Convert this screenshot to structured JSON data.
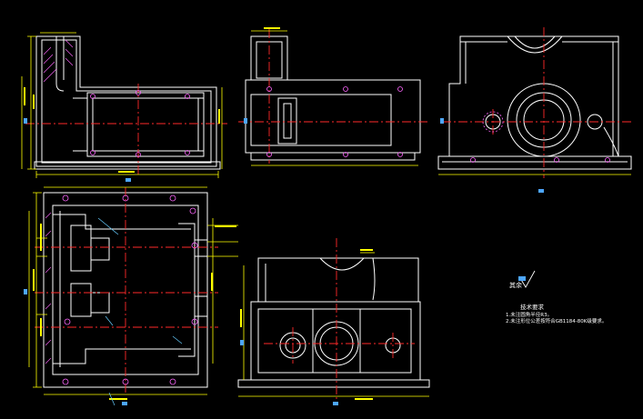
{
  "drawing": {
    "background_color": "#000000",
    "colors": {
      "outline": "#ffffff",
      "center_line": "#ff2a2a",
      "dimension": "#ffff00",
      "hatch": "#ff66ff",
      "marker": "#4da6ff",
      "leader": "#66ccff"
    }
  },
  "annotations": {
    "roughness_note": "其余",
    "tech_title": "技术要求",
    "tech_line_1": "1.未注圆角半径R3。",
    "tech_line_2": "2.未注形位公差按符合GB1184-80K级要求。"
  }
}
